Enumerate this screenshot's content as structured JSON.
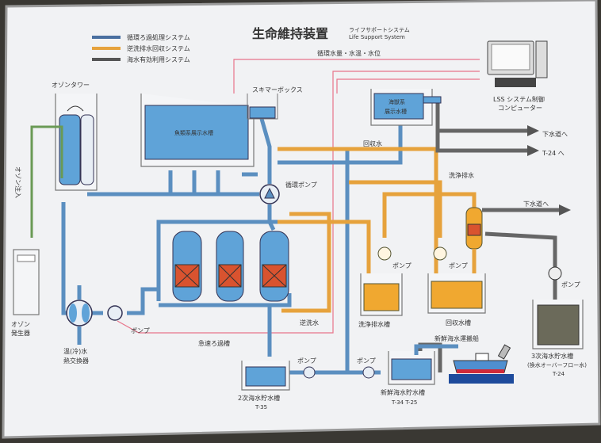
{
  "colors": {
    "circulation": "#5b8fc0",
    "backwash": "#e6a23c",
    "seawater": "#666666",
    "signal": "#e8748a",
    "tank_blue": "#5fa3d8",
    "tank_orange": "#f0a830",
    "filter_red": "#d9532f"
  },
  "title": {
    "main": "生命維持装置",
    "sub_ja": "ライフサポートシステム",
    "sub_en": "Life Support System"
  },
  "legend": [
    {
      "label": "循環ろ過処理システム",
      "color": "#5b8fc0"
    },
    {
      "label": "逆洗排水回収システム",
      "color": "#e6a23c"
    },
    {
      "label": "海水有効利用システム",
      "color": "#666666"
    }
  ],
  "labels": {
    "monitor": "循環水量・水温・水位",
    "ozone_tower": "オゾンタワー",
    "ozone_injection": "オゾン注入",
    "ozone_generator_1": "オゾン",
    "ozone_generator_2": "発生器",
    "skimmer": "スキマーボックス",
    "fish_tank": "魚類系展示水槽",
    "circ_pump": "循環ポンプ",
    "mammal_tank_1": "海獣系",
    "mammal_tank_2": "展示水槽",
    "computer_1": "LSS システム制御",
    "computer_2": "コンピューター",
    "sewer_1": "下水道へ",
    "t24_to": "T-24 へ",
    "recovered_water": "回収水",
    "wash_drain": "洗浄排水",
    "sewer_2": "下水道へ",
    "pump": "ポンプ",
    "wash_tank": "洗浄排水槽",
    "recovery_tank": "回収水槽",
    "backwash": "逆洗水",
    "rapid_filter": "急速ろ過槽",
    "heat_ex_1": "温(冷)水",
    "heat_ex_2": "熱交換器",
    "tank2_name": "2次海水貯水槽",
    "tank2_id": "T-35",
    "fresh_tank_name": "新鮮海水貯水槽",
    "fresh_tank_id": "T-34  T-25",
    "ship": "新鮮海水運搬船",
    "tank3_name": "3次海水貯水槽",
    "tank3_sub": "(換水オーバーフロー水)",
    "tank3_id": "T-24"
  }
}
